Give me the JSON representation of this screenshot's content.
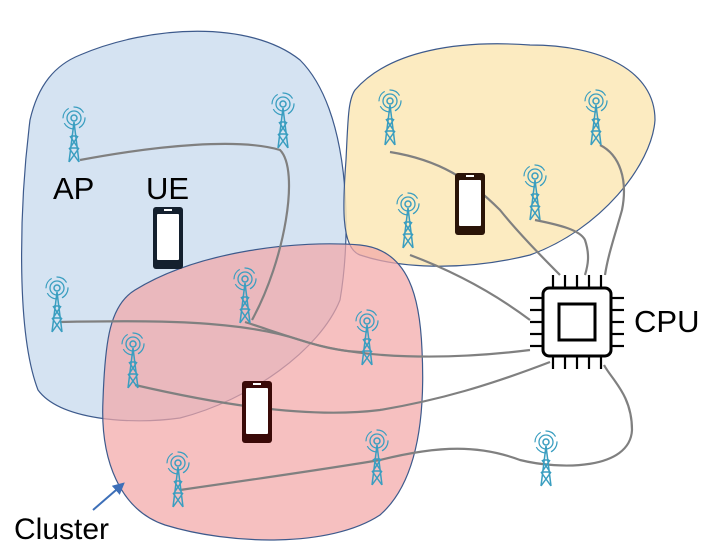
{
  "labels": {
    "ap": "AP",
    "ue": "UE",
    "cpu": "CPU",
    "cluster": "Cluster"
  },
  "colors": {
    "cluster_blue_fill": "#c9dbee",
    "cluster_blue_stroke": "#3d5a8c",
    "cluster_yellow_fill": "#fbe7b6",
    "cluster_yellow_stroke": "#3d5a8c",
    "cluster_red_fill": "#f2a7a7",
    "cluster_red_stroke": "#3d5a8c",
    "antenna": "#3a9ec0",
    "link": "#808080",
    "arrow": "#3d6fb8"
  },
  "icons": {
    "access_point": "antenna-tower-icon",
    "user_equipment": "smartphone-icon",
    "processor": "cpu-chip-icon"
  }
}
